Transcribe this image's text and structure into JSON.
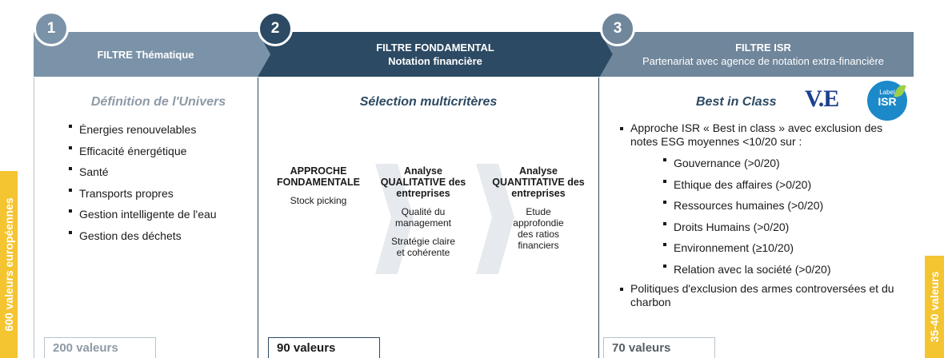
{
  "colors": {
    "stage1": "#7b93a8",
    "stage2": "#2c4a63",
    "stage3": "#6f869b",
    "chevron_light": "#e6eaee",
    "accent_yellow": "#f4c431",
    "isr_logo_blue": "#1c89c9"
  },
  "side_left": "600 valeurs européennes",
  "side_right": "35-40 valeurs",
  "stages": [
    {
      "number": "1",
      "header_line1": "FILTRE Thématique",
      "header_line2": "",
      "title": "Définition de l'Univers",
      "items": [
        "Énergies renouvelables",
        "Efficacité énergétique",
        "Santé",
        "Transports propres",
        "Gestion intelligente de l'eau",
        "Gestion des déchets"
      ],
      "count": "200 valeurs"
    },
    {
      "number": "2",
      "header_line1": "FILTRE FONDAMENTAL",
      "header_line2": "Notation financière",
      "title": "Sélection multicritères",
      "steps": [
        {
          "title": "APPROCHE FONDAMENTALE",
          "items": [
            "Stock picking"
          ]
        },
        {
          "title": "Analyse QUALITATIVE des entreprises",
          "items": [
            "Qualité du management",
            "Stratégie claire et cohérente"
          ]
        },
        {
          "title": "Analyse QUANTITATIVE des entreprises",
          "items": [
            "Etude approfondie des ratios financiers"
          ]
        }
      ],
      "count": "90 valeurs"
    },
    {
      "number": "3",
      "header_line1": "FILTRE ISR",
      "header_line2": "Partenariat avec agence de notation extra-financière",
      "title": "Best in Class",
      "logo_ve": "V.E",
      "logo_isr_top": "Label",
      "logo_isr_main": "ISR",
      "intro": "Approche ISR « Best in class » avec exclusion des notes ESG moyennes <10/20 sur :",
      "criteria": [
        "Gouvernance (>0/20)",
        "Ethique des affaires (>0/20)",
        "Ressources humaines (>0/20)",
        "Droits Humains (>0/20)",
        "Environnement (≥10/20)",
        "Relation avec la société (>0/20)"
      ],
      "exclusion": "Politiques d'exclusion des armes controversées et du charbon",
      "count": "70 valeurs"
    }
  ]
}
